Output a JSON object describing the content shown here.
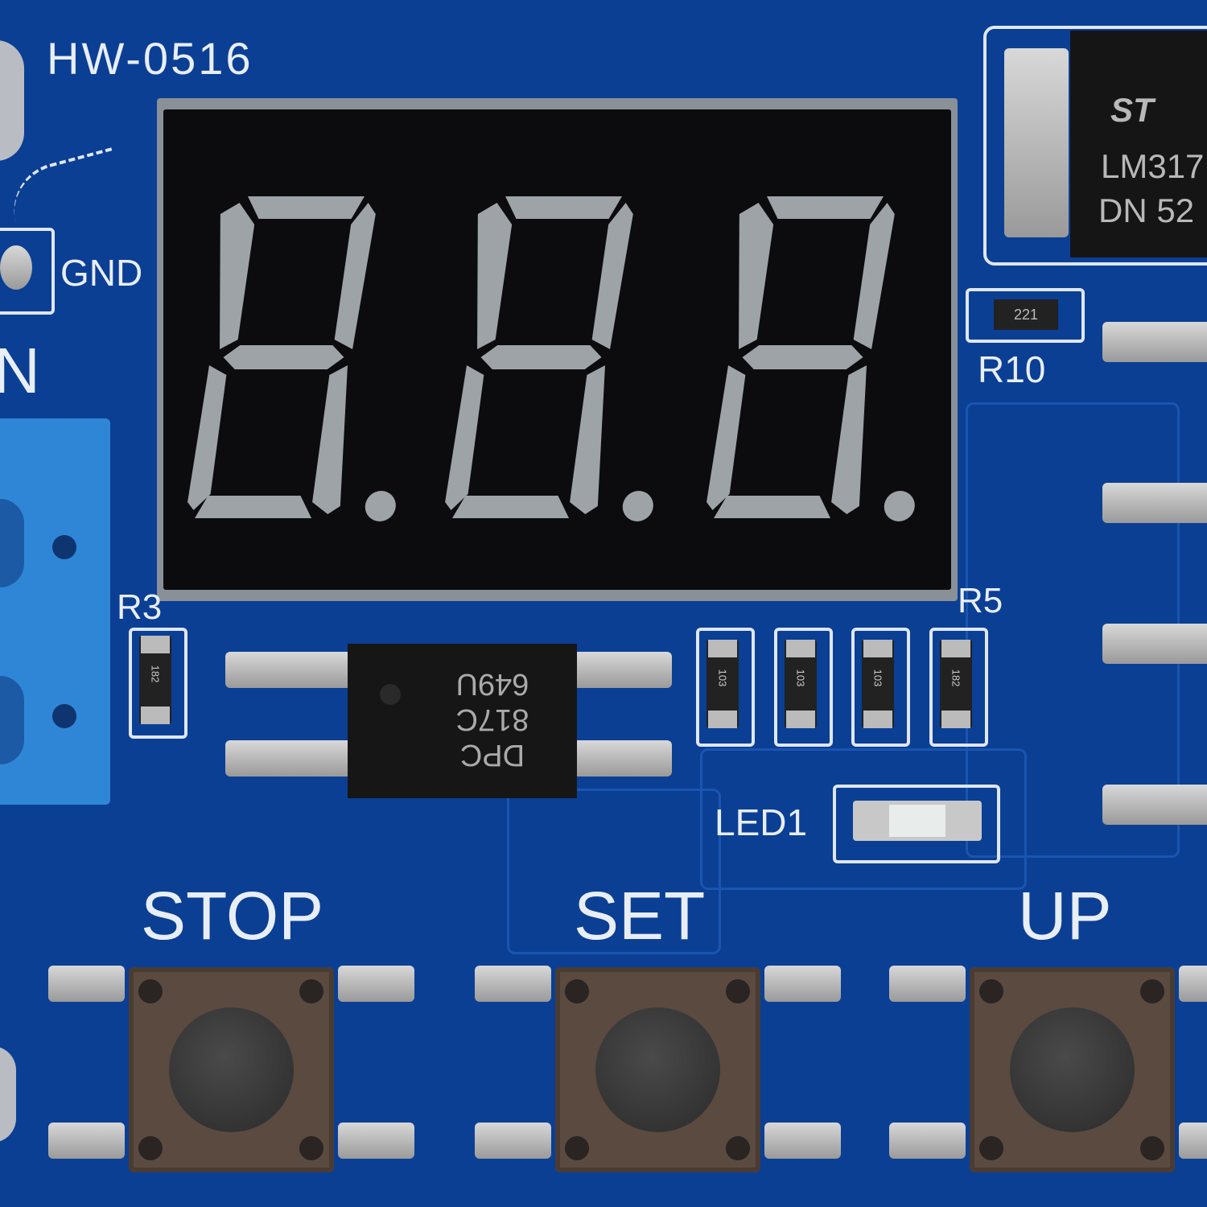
{
  "board": {
    "model": "HW-0516",
    "gnd_label": "GND",
    "partial_label": "N",
    "colors": {
      "pcb": "#0b3f94",
      "silkscreen": "#e8eef8",
      "display": "#0c0c0e",
      "segment_off": "#9ea3a8",
      "terminal": "#2f86d6"
    }
  },
  "display": {
    "digits": [
      "8.",
      "8.",
      "8."
    ]
  },
  "regulator": {
    "logo": "ST",
    "line1": "LM317",
    "line2": "DN 52",
    "ref": "R10",
    "ref_code": "221"
  },
  "optocoupler": {
    "line1": "DPC",
    "line2": "817C",
    "line3": "649U"
  },
  "resistors": {
    "r3_label": "R3",
    "r3_code": "182",
    "r5_label": "R5",
    "codes": [
      "103",
      "103",
      "103",
      "182"
    ]
  },
  "led": {
    "label": "LED1"
  },
  "buttons": [
    {
      "label": "STOP"
    },
    {
      "label": "SET"
    },
    {
      "label": "UP"
    }
  ]
}
